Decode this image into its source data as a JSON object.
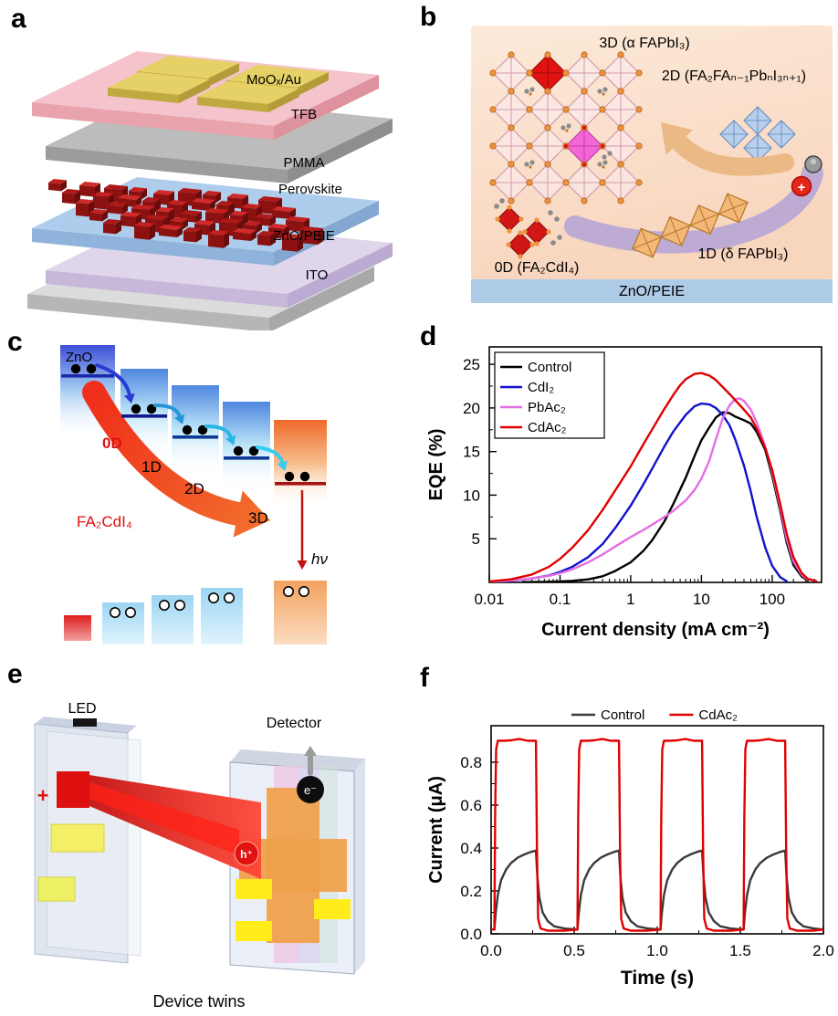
{
  "letters": {
    "a": "a",
    "b": "b",
    "c": "c",
    "d": "d",
    "e": "e",
    "f": "f"
  },
  "panel_a": {
    "layers": [
      {
        "label": "MoOₓ/Au"
      },
      {
        "label": "TFB"
      },
      {
        "label": "PMMA"
      },
      {
        "label": "Perovskite"
      },
      {
        "label": "ZnO/PEIE"
      },
      {
        "label": "ITO"
      }
    ]
  },
  "panel_b": {
    "label_3d": "3D (α FAPbI₃)",
    "label_2d": "2D (FA₂FAₙ₋₁PbₙI₃ₙ₊₁)",
    "label_1d": "1D (δ FAPbI₃)",
    "label_0d": "0D (FA₂CdI₄)",
    "substrate": "ZnO/PEIE",
    "charge_plus": "+"
  },
  "panel_c": {
    "zno": "ZnO",
    "d0": "0D",
    "d1": "1D",
    "d2": "2D",
    "d3": "3D",
    "compound": "FA₂CdI₄",
    "emission": "hν"
  },
  "panel_e": {
    "led": "LED",
    "detector": "Detector",
    "caption": "Device twins",
    "electron": "e⁻",
    "hole": "h⁺",
    "plus": "+"
  },
  "chart_data": [
    {
      "id": "eqe",
      "type": "line",
      "xscale": "log",
      "xlabel": "Current density (mA cm⁻²)",
      "ylabel": "EQE (%)",
      "xlim": [
        0.01,
        500
      ],
      "ylim": [
        0,
        27
      ],
      "xticks": [
        {
          "v": 0.01,
          "l": "0.01"
        },
        {
          "v": 0.1,
          "l": "0.1"
        },
        {
          "v": 1,
          "l": "1"
        },
        {
          "v": 10,
          "l": "10"
        },
        {
          "v": 100,
          "l": "100"
        }
      ],
      "yticks": [
        {
          "v": 5,
          "l": "5"
        },
        {
          "v": 10,
          "l": "10"
        },
        {
          "v": 15,
          "l": "15"
        },
        {
          "v": 20,
          "l": "20"
        },
        {
          "v": 25,
          "l": "25"
        }
      ],
      "legend_position": "top-left-box",
      "series": [
        {
          "name": "Control",
          "color": "#000000",
          "points": [
            [
              0.03,
              0.03
            ],
            [
              0.06,
              0.06
            ],
            [
              0.1,
              0.1
            ],
            [
              0.15,
              0.18
            ],
            [
              0.25,
              0.35
            ],
            [
              0.4,
              0.7
            ],
            [
              0.6,
              1.3
            ],
            [
              1,
              2.3
            ],
            [
              1.5,
              3.6
            ],
            [
              2,
              4.8
            ],
            [
              3,
              7
            ],
            [
              4,
              9
            ],
            [
              6,
              12
            ],
            [
              8,
              14.5
            ],
            [
              10,
              16.3
            ],
            [
              13,
              17.8
            ],
            [
              16,
              18.9
            ],
            [
              20,
              19.5
            ],
            [
              25,
              19.4
            ],
            [
              30,
              19
            ],
            [
              40,
              18.6
            ],
            [
              50,
              18.2
            ],
            [
              60,
              17.3
            ],
            [
              80,
              15.2
            ],
            [
              100,
              12.2
            ],
            [
              130,
              8.2
            ],
            [
              160,
              4.6
            ],
            [
              200,
              2
            ],
            [
              260,
              0.7
            ],
            [
              320,
              0.2
            ]
          ]
        },
        {
          "name": "CdI₂",
          "color": "#1212cc",
          "points": [
            [
              0.01,
              0.08
            ],
            [
              0.02,
              0.18
            ],
            [
              0.04,
              0.45
            ],
            [
              0.07,
              0.8
            ],
            [
              0.1,
              1.2
            ],
            [
              0.15,
              1.8
            ],
            [
              0.25,
              2.9
            ],
            [
              0.4,
              4.4
            ],
            [
              0.6,
              6.2
            ],
            [
              1,
              8.8
            ],
            [
              1.5,
              11.2
            ],
            [
              2,
              13
            ],
            [
              3,
              15.6
            ],
            [
              4,
              17.3
            ],
            [
              6,
              19.2
            ],
            [
              8,
              20.2
            ],
            [
              10,
              20.5
            ],
            [
              13,
              20.4
            ],
            [
              16,
              20
            ],
            [
              20,
              19.2
            ],
            [
              25,
              18
            ],
            [
              30,
              16.4
            ],
            [
              40,
              13.4
            ],
            [
              50,
              10.4
            ],
            [
              60,
              7.6
            ],
            [
              80,
              4
            ],
            [
              100,
              1.9
            ],
            [
              130,
              0.6
            ],
            [
              160,
              0.15
            ]
          ]
        },
        {
          "name": "PbAc₂",
          "color": "#e46ee4",
          "points": [
            [
              0.01,
              0.08
            ],
            [
              0.02,
              0.2
            ],
            [
              0.04,
              0.45
            ],
            [
              0.07,
              0.75
            ],
            [
              0.1,
              1.05
            ],
            [
              0.15,
              1.5
            ],
            [
              0.25,
              2.3
            ],
            [
              0.4,
              3.2
            ],
            [
              0.6,
              4.1
            ],
            [
              1,
              5.2
            ],
            [
              1.5,
              6
            ],
            [
              2,
              6.6
            ],
            [
              3,
              7.5
            ],
            [
              4,
              8.2
            ],
            [
              6,
              9.4
            ],
            [
              8,
              10.6
            ],
            [
              10,
              11.9
            ],
            [
              13,
              14
            ],
            [
              16,
              16.4
            ],
            [
              20,
              18.8
            ],
            [
              25,
              20.3
            ],
            [
              30,
              21
            ],
            [
              35,
              21.1
            ],
            [
              40,
              20.8
            ],
            [
              50,
              19.8
            ],
            [
              60,
              18.4
            ],
            [
              80,
              15.6
            ],
            [
              100,
              12.6
            ],
            [
              130,
              8.6
            ],
            [
              160,
              5
            ],
            [
              200,
              2.4
            ],
            [
              260,
              0.9
            ],
            [
              320,
              0.3
            ]
          ]
        },
        {
          "name": "CdAc₂",
          "color": "#e00000",
          "points": [
            [
              0.01,
              0.12
            ],
            [
              0.02,
              0.35
            ],
            [
              0.04,
              0.9
            ],
            [
              0.07,
              1.8
            ],
            [
              0.1,
              2.7
            ],
            [
              0.15,
              4
            ],
            [
              0.25,
              6
            ],
            [
              0.4,
              8.3
            ],
            [
              0.6,
              10.5
            ],
            [
              1,
              13.3
            ],
            [
              1.5,
              15.8
            ],
            [
              2,
              17.5
            ],
            [
              3,
              19.9
            ],
            [
              4,
              21.5
            ],
            [
              5,
              22.6
            ],
            [
              6,
              23.3
            ],
            [
              8,
              23.9
            ],
            [
              10,
              24
            ],
            [
              13,
              23.7
            ],
            [
              16,
              23.2
            ],
            [
              20,
              22.4
            ],
            [
              25,
              21.6
            ],
            [
              30,
              20.9
            ],
            [
              40,
              19.8
            ],
            [
              50,
              18.9
            ],
            [
              60,
              17.7
            ],
            [
              80,
              15.4
            ],
            [
              100,
              12.9
            ],
            [
              130,
              9
            ],
            [
              160,
              5.6
            ],
            [
              200,
              2.9
            ],
            [
              260,
              1.1
            ],
            [
              320,
              0.4
            ],
            [
              420,
              0.15
            ]
          ]
        }
      ]
    },
    {
      "id": "pulse",
      "type": "line",
      "xscale": "linear",
      "xlabel": "Time (s)",
      "ylabel": "Current (μA)",
      "xlim": [
        0,
        2.0
      ],
      "ylim": [
        0,
        0.97
      ],
      "xticks": [
        {
          "v": 0,
          "l": "0.0"
        },
        {
          "v": 0.5,
          "l": "0.5"
        },
        {
          "v": 1.0,
          "l": "1.0"
        },
        {
          "v": 1.5,
          "l": "1.5"
        },
        {
          "v": 2.0,
          "l": "2.0"
        }
      ],
      "yticks": [
        {
          "v": 0,
          "l": "0.0"
        },
        {
          "v": 0.2,
          "l": "0.2"
        },
        {
          "v": 0.4,
          "l": "0.4"
        },
        {
          "v": 0.6,
          "l": "0.6"
        },
        {
          "v": 0.8,
          "l": "0.8"
        }
      ],
      "legend_position": "top-row",
      "series": [
        {
          "name": "Control",
          "color": "#3a3a3a",
          "pulse_starts": [
            0.02,
            0.52,
            1.02,
            1.52
          ],
          "pulse_shape": [
            [
              0,
              0.02
            ],
            [
              0.008,
              0.1
            ],
            [
              0.02,
              0.18
            ],
            [
              0.04,
              0.25
            ],
            [
              0.07,
              0.3
            ],
            [
              0.1,
              0.33
            ],
            [
              0.14,
              0.355
            ],
            [
              0.18,
              0.37
            ],
            [
              0.22,
              0.382
            ],
            [
              0.25,
              0.388
            ],
            [
              0.258,
              0.27
            ],
            [
              0.27,
              0.17
            ],
            [
              0.29,
              0.1
            ],
            [
              0.32,
              0.06
            ],
            [
              0.36,
              0.035
            ],
            [
              0.42,
              0.025
            ],
            [
              0.5,
              0.02
            ]
          ]
        },
        {
          "name": "CdAc₂",
          "color": "#e00000",
          "pulse_starts": [
            0.02,
            0.52,
            1.02,
            1.52
          ],
          "pulse_shape": [
            [
              0,
              0.02
            ],
            [
              0.004,
              0.55
            ],
            [
              0.01,
              0.86
            ],
            [
              0.02,
              0.9
            ],
            [
              0.06,
              0.9
            ],
            [
              0.1,
              0.902
            ],
            [
              0.15,
              0.908
            ],
            [
              0.2,
              0.9
            ],
            [
              0.25,
              0.9
            ],
            [
              0.256,
              0.4
            ],
            [
              0.263,
              0.07
            ],
            [
              0.278,
              0.025
            ],
            [
              0.32,
              0.015
            ],
            [
              0.42,
              0.015
            ],
            [
              0.5,
              0.02
            ]
          ]
        }
      ]
    }
  ]
}
